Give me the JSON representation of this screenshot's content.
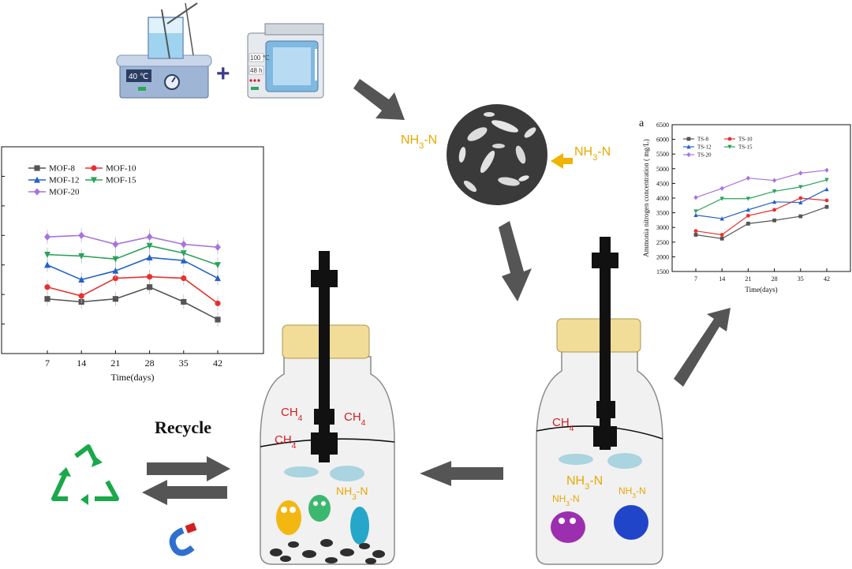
{
  "heater": {
    "temp_label": "40 ℃",
    "plus_sign": "+"
  },
  "oven": {
    "temp_label": "100 ℃",
    "time_label": "48 h"
  },
  "labels": {
    "nh3_left": "NH3-N",
    "nh3_right": "NH3-N",
    "nh3_bottle_left": "NH3-N",
    "nh3_bottle_right_main": "NH3-N",
    "nh3_bottle_right_small": "NH3-N",
    "ch4": "CH4",
    "recycle": "Recycle"
  },
  "colors": {
    "arrow": "#555555",
    "ammonia": "#e8a800",
    "methane": "#d42020",
    "recycle_green": "#1aa84a",
    "lid": "#f1dd97"
  },
  "chart_data": [
    {
      "type": "line",
      "title": "",
      "xlabel": "Time(days)",
      "ylabel": "",
      "categories": [
        "7",
        "14",
        "21",
        "28",
        "35",
        "42"
      ],
      "ylim": [
        0,
        7
      ],
      "grid": false,
      "legend": "top-left",
      "series": [
        {
          "name": "MOF-8",
          "color": "#555555",
          "marker": "square",
          "values": [
            1.85,
            1.75,
            1.85,
            2.25,
            1.75,
            1.15
          ]
        },
        {
          "name": "MOF-10",
          "color": "#e8312f",
          "marker": "circle",
          "values": [
            2.25,
            1.95,
            2.55,
            2.6,
            2.55,
            1.7
          ]
        },
        {
          "name": "MOF-12",
          "color": "#2461c8",
          "marker": "triangle-up",
          "values": [
            3.0,
            2.5,
            2.8,
            3.25,
            3.15,
            2.55
          ]
        },
        {
          "name": "MOF-15",
          "color": "#2aa25a",
          "marker": "triangle-down",
          "values": [
            3.35,
            3.3,
            3.2,
            3.65,
            3.4,
            3.0
          ]
        },
        {
          "name": "MOF-20",
          "color": "#a774de",
          "marker": "diamond",
          "values": [
            3.95,
            4.0,
            3.7,
            3.95,
            3.7,
            3.6
          ]
        }
      ]
    },
    {
      "type": "line",
      "title": "a",
      "xlabel": "Time(days)",
      "ylabel": "Ammonia nitrogen concentration ( mg/L)",
      "categories": [
        "7",
        "14",
        "21",
        "28",
        "35",
        "42"
      ],
      "yticks": [
        "1500",
        "2000",
        "2500",
        "3000",
        "3500",
        "4000",
        "4500",
        "5000",
        "5500",
        "6000",
        "6500"
      ],
      "ylim": [
        1500,
        6500
      ],
      "grid": false,
      "legend": "top-left",
      "series": [
        {
          "name": "TS-8",
          "color": "#555555",
          "marker": "square",
          "values": [
            2750,
            2620,
            3130,
            3240,
            3380,
            3700
          ]
        },
        {
          "name": "TS-10",
          "color": "#e8312f",
          "marker": "circle",
          "values": [
            2880,
            2750,
            3400,
            3600,
            4000,
            3920
          ]
        },
        {
          "name": "TS-12",
          "color": "#2461c8",
          "marker": "triangle-up",
          "values": [
            3420,
            3300,
            3600,
            3870,
            3850,
            4300
          ]
        },
        {
          "name": "TS-15",
          "color": "#2aa25a",
          "marker": "triangle-down",
          "values": [
            3550,
            3980,
            3980,
            4230,
            4380,
            4620
          ]
        },
        {
          "name": "TS-20",
          "color": "#a774de",
          "marker": "diamond",
          "values": [
            4020,
            4330,
            4680,
            4600,
            4850,
            4950
          ]
        }
      ]
    }
  ]
}
